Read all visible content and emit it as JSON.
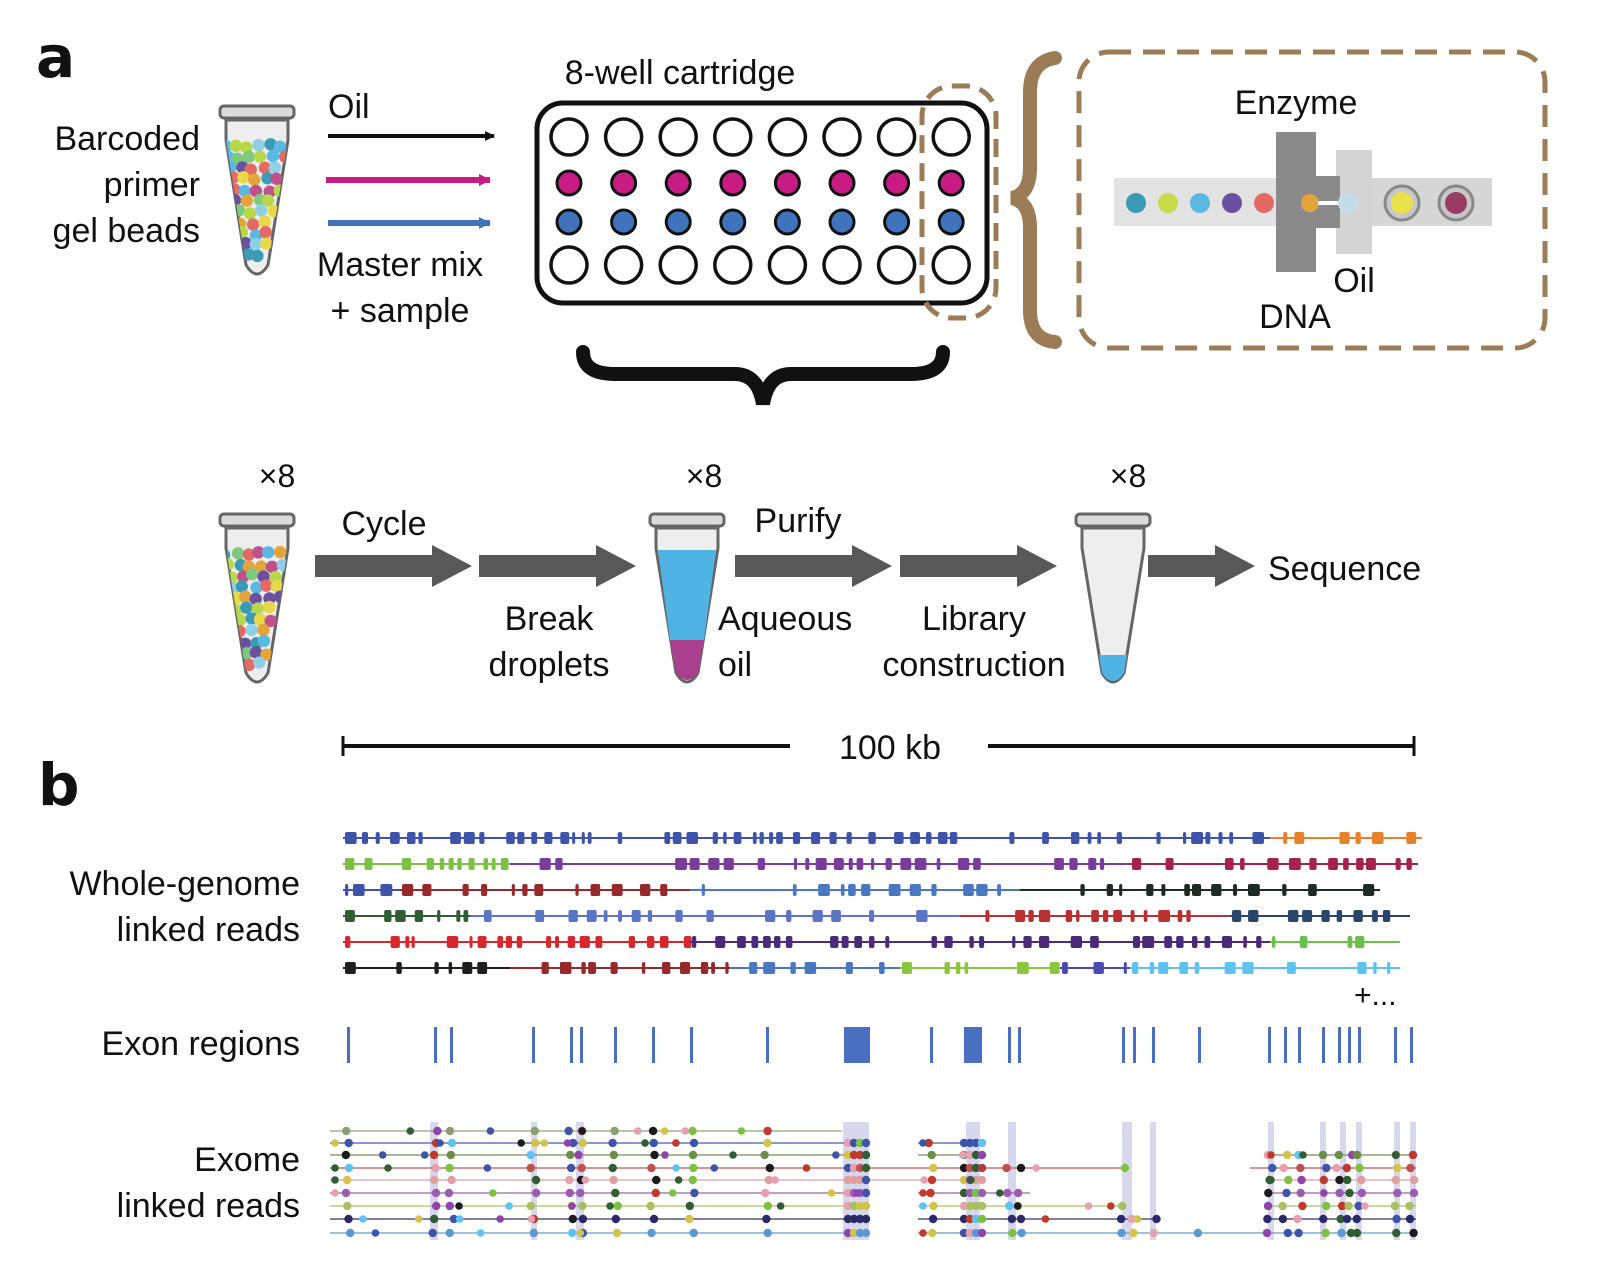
{
  "panel_a": {
    "letter": "a",
    "input_tube_label": [
      "Barcoded",
      "primer",
      "gel beads"
    ],
    "oil_label": "Oil",
    "master_mix_label": [
      "Master mix",
      "+ sample"
    ],
    "cartridge_title": "8-well cartridge",
    "zoom": {
      "enzyme": "Enzyme",
      "oil": "Oil",
      "dna": "DNA"
    },
    "multiplier": "×8",
    "steps": {
      "cycle": "Cycle",
      "break": [
        "Break",
        "droplets"
      ],
      "purify": "Purify",
      "aqueous": [
        "Aqueous",
        "oil"
      ],
      "library": [
        "Library",
        "construction"
      ],
      "sequence": "Sequence"
    }
  },
  "panel_b": {
    "letter": "b",
    "scale_label": "100 kb",
    "wg_label": [
      "Whole-genome",
      "linked reads"
    ],
    "more_label": "+...",
    "exon_label": "Exon regions",
    "exome_label": [
      "Exome",
      "linked reads"
    ]
  },
  "colors": {
    "oil_arrow": "#111111",
    "magenta": "#c81c84",
    "blue": "#3f74bd",
    "dashed": "#9c7b57",
    "gray_arrow": "#585858",
    "exon": "#4a6fc0",
    "tube_blue": "#4fb3e3",
    "tube_magenta": "#a93f8d"
  }
}
